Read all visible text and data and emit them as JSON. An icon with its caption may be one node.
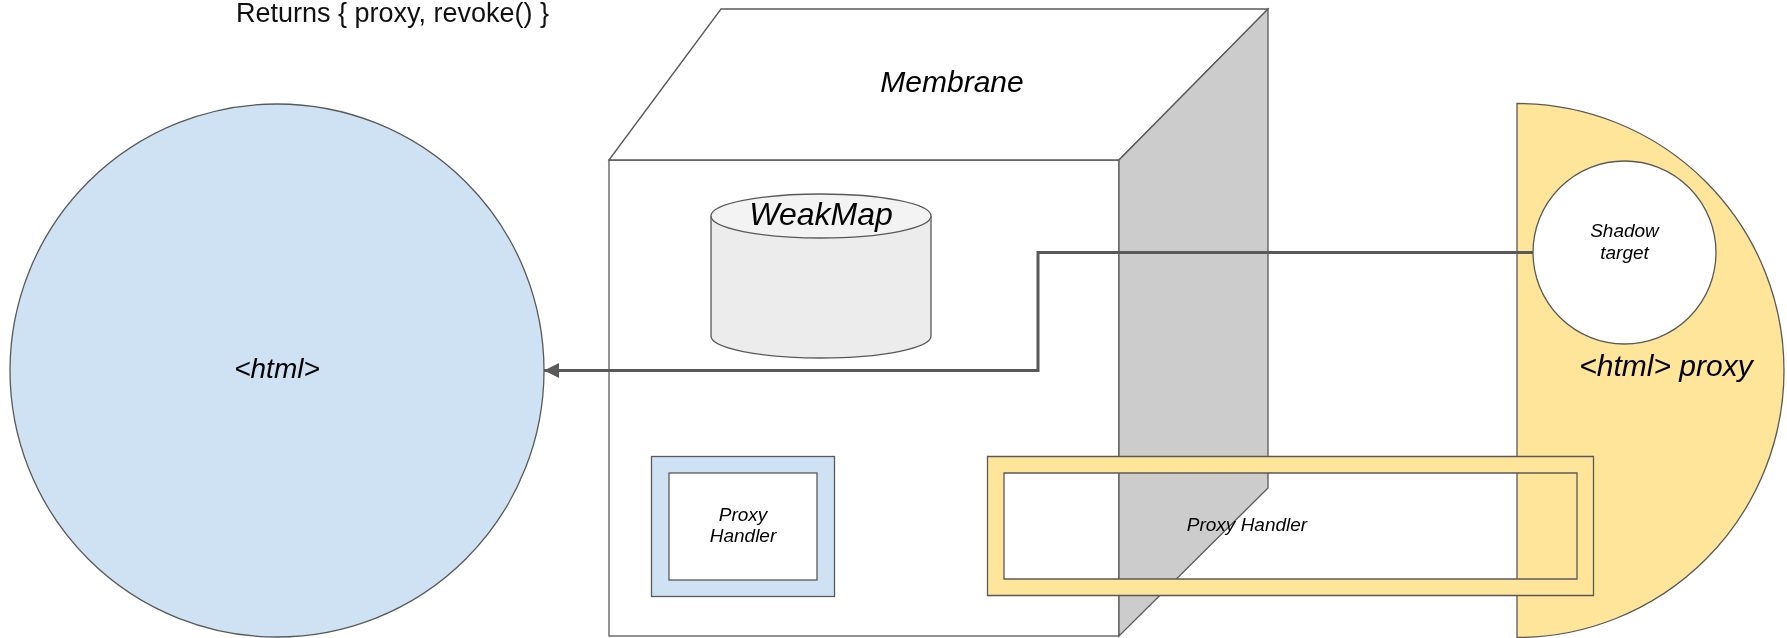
{
  "diagram": {
    "nodes": [
      {
        "text": [
          "<html>"
        ]
      },
      {
        "text": [
          "Membrane"
        ]
      },
      {
        "text": [
          "WeakMap"
        ],
        "in": 1
      },
      {
        "text": [
          "Proxy Handler"
        ],
        "in": 1
      },
      {
        "text": [
          "<html> proxy"
        ]
      },
      {
        "text": [
          "Shadow target"
        ],
        "in": 4
      },
      {
        "text": [
          "Proxy Handler"
        ]
      }
    ],
    "edges": [
      {
        "from": 5,
        "to": 0,
        "arrow": "to"
      }
    ],
    "labels": [
      "Returns { proxy, revoke() }"
    ]
  }
}
